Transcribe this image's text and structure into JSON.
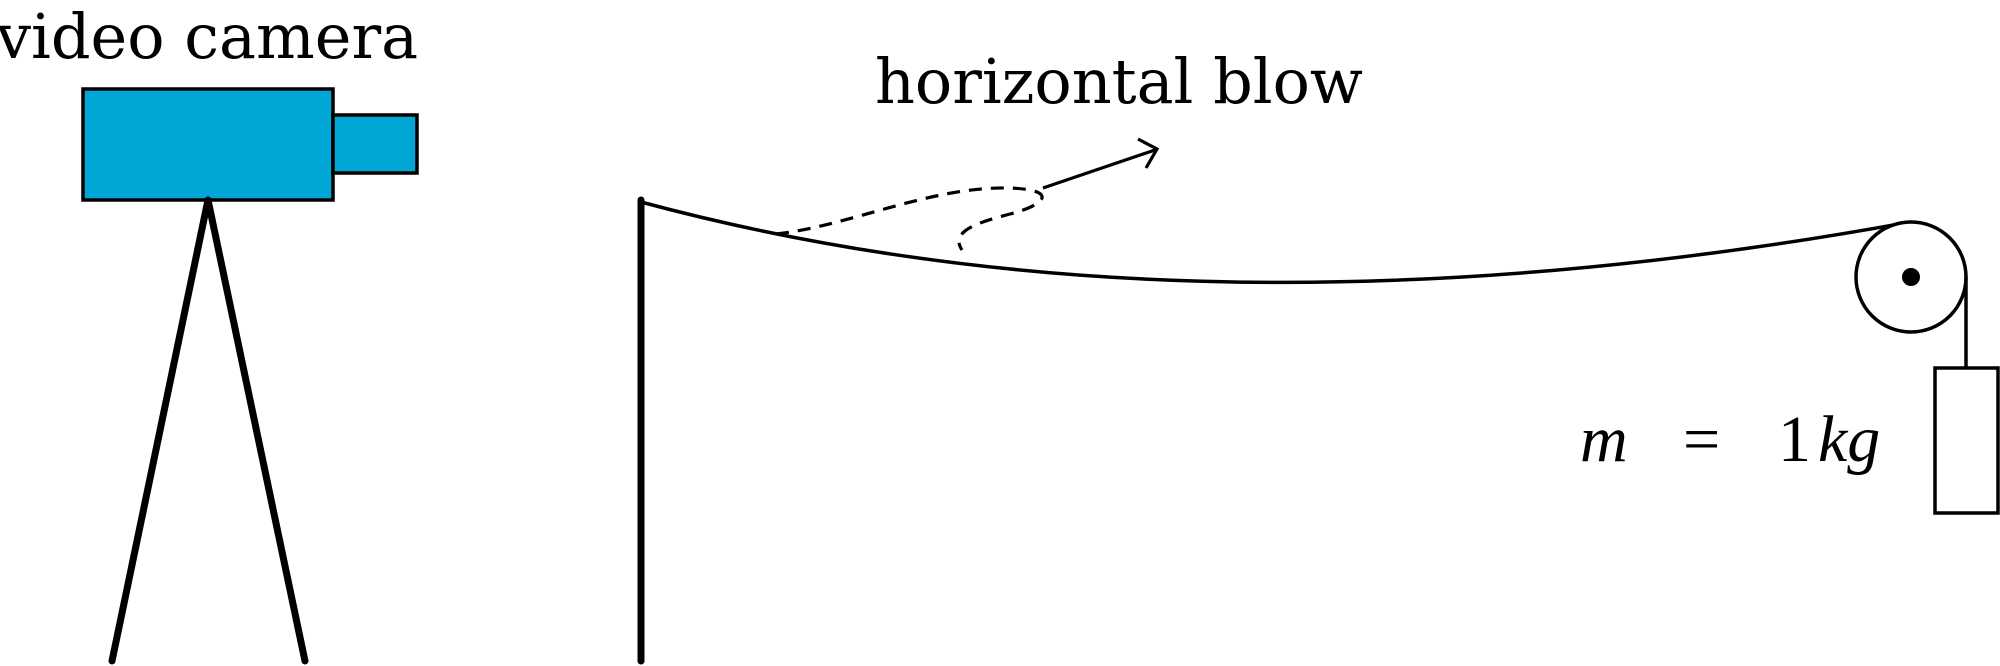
{
  "labels": {
    "camera": "video camera",
    "blow": "horizontal blow",
    "mass_symbol": "m",
    "mass_equals": "=",
    "mass_value": "1",
    "mass_unit": "kg"
  },
  "colors": {
    "camera_body": "#00A6D6",
    "stroke": "#000000",
    "background": "#FFFFFF"
  }
}
